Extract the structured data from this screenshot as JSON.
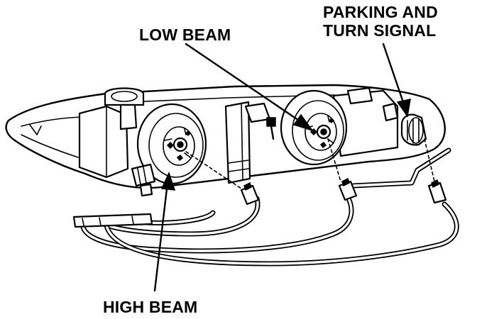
{
  "diagram": {
    "labels": {
      "low_beam": "LOW BEAM",
      "parking_turn_line1": "PARKING AND",
      "parking_turn_line2": "TURN SIGNAL",
      "high_beam": "HIGH BEAM"
    }
  },
  "colors": {
    "ink": "#000000",
    "paper": "#ffffff"
  }
}
